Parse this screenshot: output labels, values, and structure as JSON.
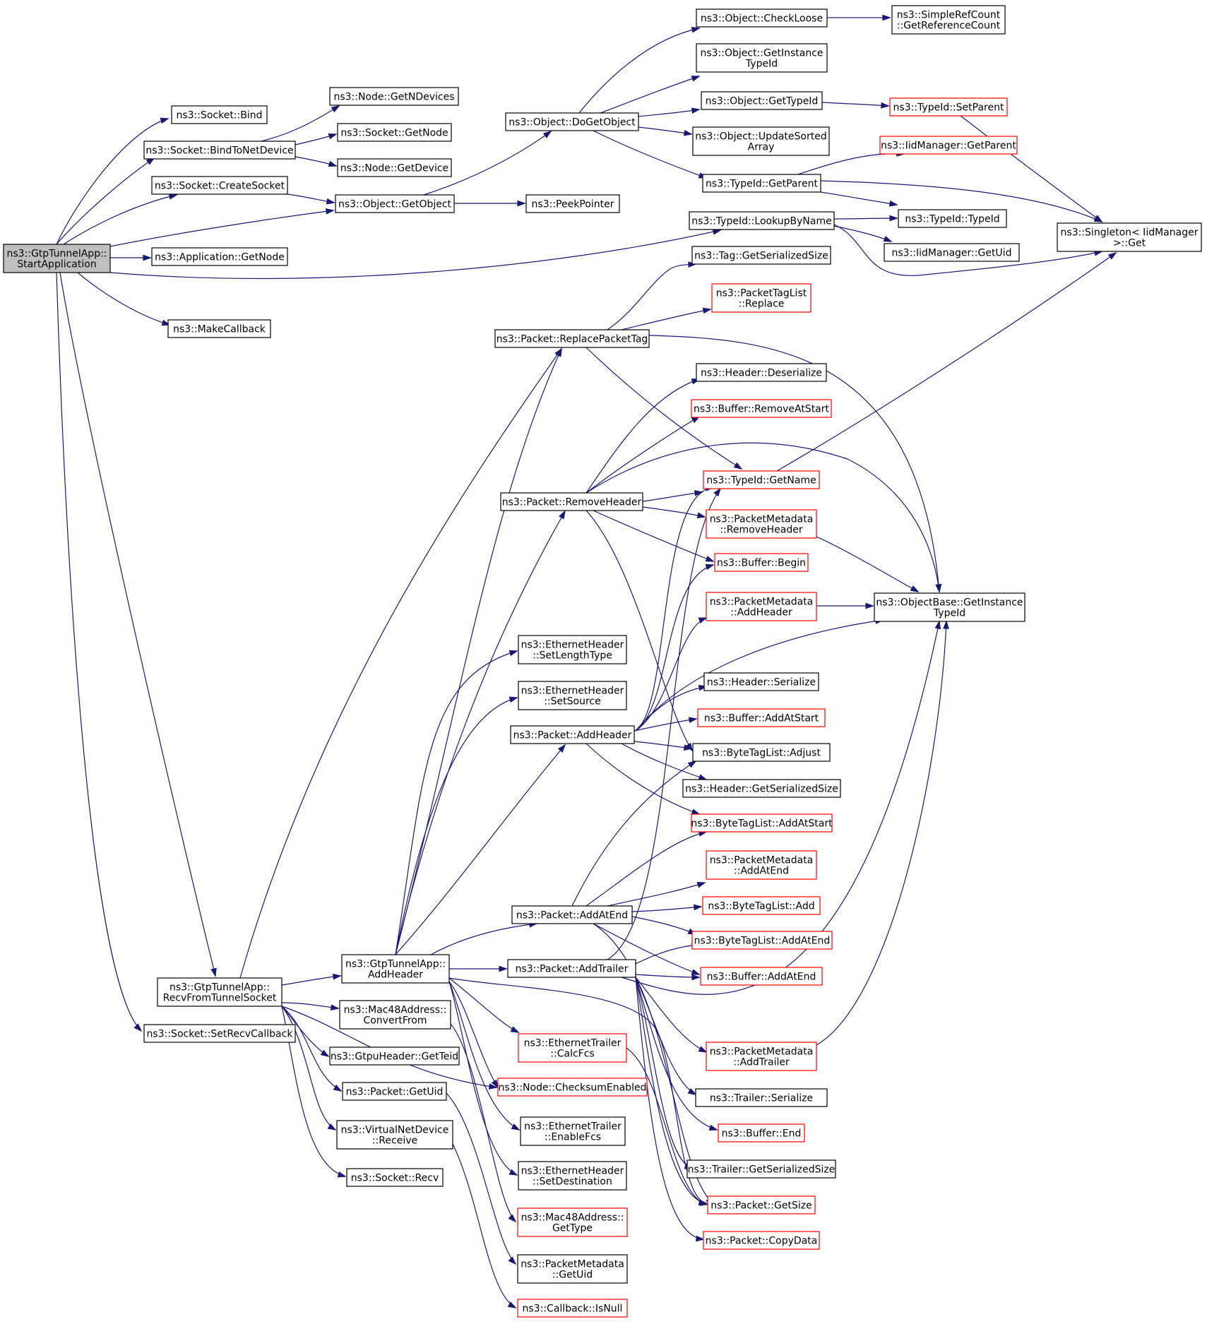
{
  "colors": {
    "edge": "#191970",
    "node_border_default": "#000000",
    "node_border_red": "#ff0000",
    "root_fill": "#bfbfbf",
    "node_fill": "#ffffff"
  },
  "nodes": [
    {
      "id": "root",
      "lines": [
        "ns3::GtpTunnelApp::",
        "StartApplication"
      ],
      "border": "black",
      "root": true
    },
    {
      "id": "bind",
      "lines": [
        "ns3::Socket::Bind"
      ],
      "border": "black"
    },
    {
      "id": "bindtonet",
      "lines": [
        "ns3::Socket::BindToNetDevice"
      ],
      "border": "black"
    },
    {
      "id": "createsocket",
      "lines": [
        "ns3::Socket::CreateSocket"
      ],
      "border": "black"
    },
    {
      "id": "appgetnode",
      "lines": [
        "ns3::Application::GetNode"
      ],
      "border": "black"
    },
    {
      "id": "makecallback",
      "lines": [
        "ns3::MakeCallback"
      ],
      "border": "black"
    },
    {
      "id": "recvfromtunnel",
      "lines": [
        "ns3::GtpTunnelApp::",
        "RecvFromTunnelSocket"
      ],
      "border": "black"
    },
    {
      "id": "setrecvcb",
      "lines": [
        "ns3::Socket::SetRecvCallback"
      ],
      "border": "black"
    },
    {
      "id": "getndevices",
      "lines": [
        "ns3::Node::GetNDevices"
      ],
      "border": "black"
    },
    {
      "id": "sockgetnode",
      "lines": [
        "ns3::Socket::GetNode"
      ],
      "border": "black"
    },
    {
      "id": "nodegetdevice",
      "lines": [
        "ns3::Node::GetDevice"
      ],
      "border": "black"
    },
    {
      "id": "getobject",
      "lines": [
        "ns3::Object::GetObject"
      ],
      "border": "black"
    },
    {
      "id": "peekpointer",
      "lines": [
        "ns3::PeekPointer"
      ],
      "border": "black"
    },
    {
      "id": "dogetobject",
      "lines": [
        "ns3::Object::DoGetObject"
      ],
      "border": "black"
    },
    {
      "id": "checkloose",
      "lines": [
        "ns3::Object::CheckLoose"
      ],
      "border": "black"
    },
    {
      "id": "getrefcount",
      "lines": [
        "ns3::SimpleRefCount",
        "::GetReferenceCount"
      ],
      "border": "black"
    },
    {
      "id": "objgetinstancetypeid",
      "lines": [
        "ns3::Object::GetInstance",
        "TypeId"
      ],
      "border": "black"
    },
    {
      "id": "objgettypeid",
      "lines": [
        "ns3::Object::GetTypeId"
      ],
      "border": "black"
    },
    {
      "id": "setparent",
      "lines": [
        "ns3::TypeId::SetParent"
      ],
      "border": "red"
    },
    {
      "id": "updatesorted",
      "lines": [
        "ns3::Object::UpdateSorted",
        "Array"
      ],
      "border": "black"
    },
    {
      "id": "iidgetparent",
      "lines": [
        "ns3::IidManager::GetParent"
      ],
      "border": "red"
    },
    {
      "id": "typeidgetparent",
      "lines": [
        "ns3::TypeId::GetParent"
      ],
      "border": "black"
    },
    {
      "id": "singletonget",
      "lines": [
        "ns3::Singleton< IidManager",
        ">::Get"
      ],
      "border": "black"
    },
    {
      "id": "typeidtypeid",
      "lines": [
        "ns3::TypeId::TypeId"
      ],
      "border": "black"
    },
    {
      "id": "lookupbyname",
      "lines": [
        "ns3::TypeId::LookupByName"
      ],
      "border": "black"
    },
    {
      "id": "iidgetuid",
      "lines": [
        "ns3::IidManager::GetUid"
      ],
      "border": "black"
    },
    {
      "id": "taggetser",
      "lines": [
        "ns3::Tag::GetSerializedSize"
      ],
      "border": "black"
    },
    {
      "id": "ptlreplace",
      "lines": [
        "ns3::PacketTagList",
        "::Replace"
      ],
      "border": "red"
    },
    {
      "id": "replacepackettag",
      "lines": [
        "ns3::Packet::ReplacePacketTag"
      ],
      "border": "black"
    },
    {
      "id": "headerdeser",
      "lines": [
        "ns3::Header::Deserialize"
      ],
      "border": "black"
    },
    {
      "id": "bufremoveatstart",
      "lines": [
        "ns3::Buffer::RemoveAtStart"
      ],
      "border": "red"
    },
    {
      "id": "typeidgetname",
      "lines": [
        "ns3::TypeId::GetName"
      ],
      "border": "red"
    },
    {
      "id": "pktremoveheader",
      "lines": [
        "ns3::Packet::RemoveHeader"
      ],
      "border": "black"
    },
    {
      "id": "pmremoveheader",
      "lines": [
        "ns3::PacketMetadata",
        "::RemoveHeader"
      ],
      "border": "red"
    },
    {
      "id": "bufbegin",
      "lines": [
        "ns3::Buffer::Begin"
      ],
      "border": "red"
    },
    {
      "id": "pmaddheader",
      "lines": [
        "ns3::PacketMetadata",
        "::AddHeader"
      ],
      "border": "red"
    },
    {
      "id": "objbaseinstance",
      "lines": [
        "ns3::ObjectBase::GetInstance",
        "TypeId"
      ],
      "border": "black"
    },
    {
      "id": "ethsetlength",
      "lines": [
        "ns3::EthernetHeader",
        "::SetLengthType"
      ],
      "border": "black"
    },
    {
      "id": "ethsetsource",
      "lines": [
        "ns3::EthernetHeader",
        "::SetSource"
      ],
      "border": "black"
    },
    {
      "id": "headerser",
      "lines": [
        "ns3::Header::Serialize"
      ],
      "border": "black"
    },
    {
      "id": "pktaddheader",
      "lines": [
        "ns3::Packet::AddHeader"
      ],
      "border": "black"
    },
    {
      "id": "bufaddatstart",
      "lines": [
        "ns3::Buffer::AddAtStart"
      ],
      "border": "red"
    },
    {
      "id": "btladjust",
      "lines": [
        "ns3::ByteTagList::Adjust"
      ],
      "border": "black"
    },
    {
      "id": "headergetser",
      "lines": [
        "ns3::Header::GetSerializedSize"
      ],
      "border": "black"
    },
    {
      "id": "btladdatstart",
      "lines": [
        "ns3::ByteTagList::AddAtStart"
      ],
      "border": "red"
    },
    {
      "id": "pmaddatend",
      "lines": [
        "ns3::PacketMetadata",
        "::AddAtEnd"
      ],
      "border": "red"
    },
    {
      "id": "pktaddatend",
      "lines": [
        "ns3::Packet::AddAtEnd"
      ],
      "border": "black"
    },
    {
      "id": "btladd",
      "lines": [
        "ns3::ByteTagList::Add"
      ],
      "border": "red"
    },
    {
      "id": "btladdatend",
      "lines": [
        "ns3::ByteTagList::AddAtEnd"
      ],
      "border": "red"
    },
    {
      "id": "gtpaddheader",
      "lines": [
        "ns3::GtpTunnelApp::",
        "AddHeader"
      ],
      "border": "black"
    },
    {
      "id": "pktaddtrailer",
      "lines": [
        "ns3::Packet::AddTrailer"
      ],
      "border": "black"
    },
    {
      "id": "bufaddatend",
      "lines": [
        "ns3::Buffer::AddAtEnd"
      ],
      "border": "red"
    },
    {
      "id": "mac48convert",
      "lines": [
        "ns3::Mac48Address::",
        "ConvertFrom"
      ],
      "border": "black"
    },
    {
      "id": "ethcalcfcs",
      "lines": [
        "ns3::EthernetTrailer",
        "::CalcFcs"
      ],
      "border": "red"
    },
    {
      "id": "pmaddtrailer",
      "lines": [
        "ns3::PacketMetadata",
        "::AddTrailer"
      ],
      "border": "red"
    },
    {
      "id": "gtpugetteid",
      "lines": [
        "ns3::GtpuHeader::GetTeid"
      ],
      "border": "black"
    },
    {
      "id": "nodechecksum",
      "lines": [
        "ns3::Node::ChecksumEnabled"
      ],
      "border": "red"
    },
    {
      "id": "trailerser",
      "lines": [
        "ns3::Trailer::Serialize"
      ],
      "border": "black"
    },
    {
      "id": "pktgetuid",
      "lines": [
        "ns3::Packet::GetUid"
      ],
      "border": "black"
    },
    {
      "id": "ethenablefcs",
      "lines": [
        "ns3::EthernetTrailer",
        "::EnableFcs"
      ],
      "border": "black"
    },
    {
      "id": "bufend",
      "lines": [
        "ns3::Buffer::End"
      ],
      "border": "red"
    },
    {
      "id": "vndreceive",
      "lines": [
        "ns3::VirtualNetDevice",
        "::Receive"
      ],
      "border": "black"
    },
    {
      "id": "trailergetser",
      "lines": [
        "ns3::Trailer::GetSerializedSize"
      ],
      "border": "black"
    },
    {
      "id": "sockrecv",
      "lines": [
        "ns3::Socket::Recv"
      ],
      "border": "black"
    },
    {
      "id": "ethsetdest",
      "lines": [
        "ns3::EthernetHeader",
        "::SetDestination"
      ],
      "border": "black"
    },
    {
      "id": "pktgetsize",
      "lines": [
        "ns3::Packet::GetSize"
      ],
      "border": "red"
    },
    {
      "id": "mac48gettype",
      "lines": [
        "ns3::Mac48Address::",
        "GetType"
      ],
      "border": "red"
    },
    {
      "id": "pktcopydata",
      "lines": [
        "ns3::Packet::CopyData"
      ],
      "border": "red"
    },
    {
      "id": "pmgetuid",
      "lines": [
        "ns3::PacketMetadata",
        "::GetUid"
      ],
      "border": "black"
    },
    {
      "id": "cbisnull",
      "lines": [
        "ns3::Callback::IsNull"
      ],
      "border": "red"
    }
  ]
}
